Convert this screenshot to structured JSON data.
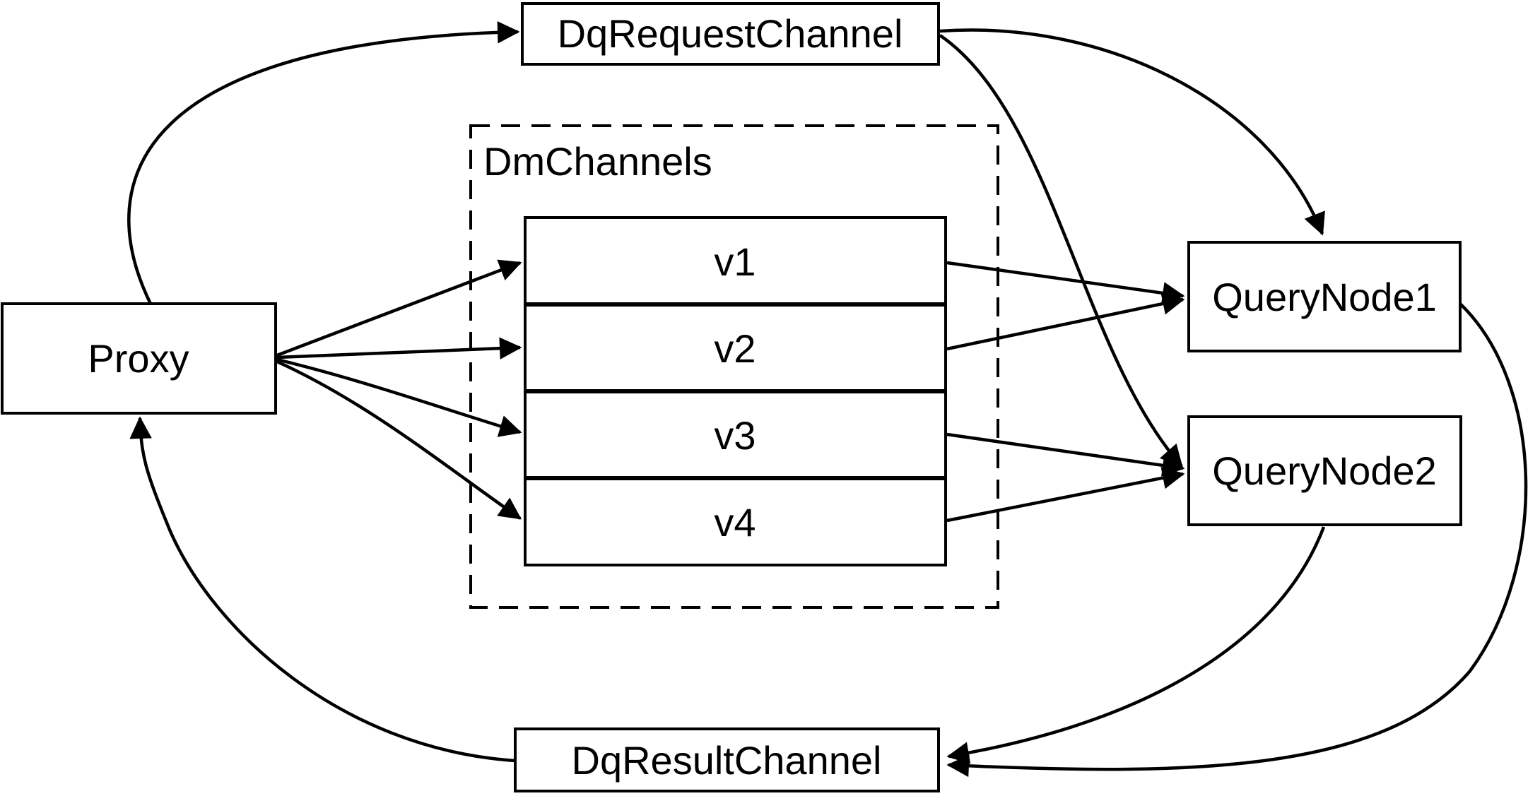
{
  "diagram": {
    "nodes": {
      "dq_request_channel": {
        "label": "DqRequestChannel"
      },
      "proxy": {
        "label": "Proxy"
      },
      "dm_channels": {
        "label": "DmChannels",
        "channels": [
          {
            "label": "v1"
          },
          {
            "label": "v2"
          },
          {
            "label": "v3"
          },
          {
            "label": "v4"
          }
        ]
      },
      "query_node_1": {
        "label": "QueryNode1"
      },
      "query_node_2": {
        "label": "QueryNode2"
      },
      "dq_result_channel": {
        "label": "DqResultChannel"
      }
    },
    "edges": [
      {
        "from": "Proxy",
        "to": "DqRequestChannel"
      },
      {
        "from": "Proxy",
        "to": "v1"
      },
      {
        "from": "Proxy",
        "to": "v2"
      },
      {
        "from": "Proxy",
        "to": "v3"
      },
      {
        "from": "Proxy",
        "to": "v4"
      },
      {
        "from": "v1",
        "to": "QueryNode1"
      },
      {
        "from": "v2",
        "to": "QueryNode1"
      },
      {
        "from": "v3",
        "to": "QueryNode2"
      },
      {
        "from": "v4",
        "to": "QueryNode2"
      },
      {
        "from": "DqRequestChannel",
        "to": "QueryNode1"
      },
      {
        "from": "DqRequestChannel",
        "to": "QueryNode2"
      },
      {
        "from": "QueryNode1",
        "to": "DqResultChannel"
      },
      {
        "from": "QueryNode2",
        "to": "DqResultChannel"
      },
      {
        "from": "DqResultChannel",
        "to": "Proxy"
      }
    ],
    "colors": {
      "line": "#000000",
      "background": "#ffffff",
      "node_fill": "#ffffff",
      "text": "#000000"
    }
  }
}
